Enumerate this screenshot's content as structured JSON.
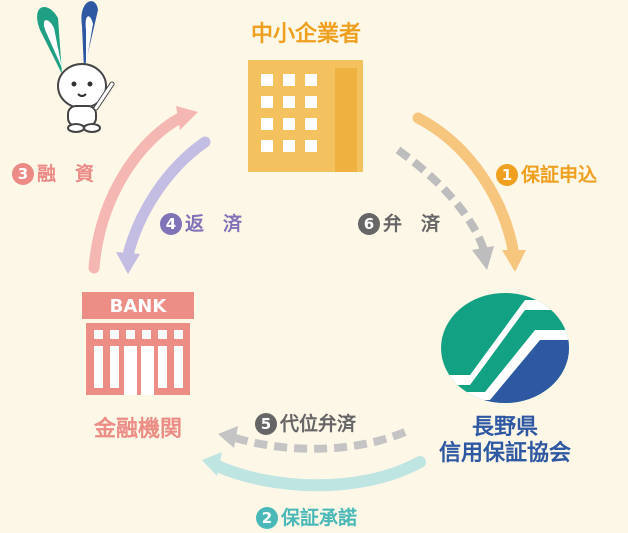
{
  "nodes": {
    "sme": {
      "label": "中小企業者"
    },
    "bank": {
      "label": "金融機関",
      "sign": "BANK"
    },
    "assoc": {
      "label_line1": "長野県",
      "label_line2": "信用保証協会"
    }
  },
  "flows": [
    {
      "num": "1",
      "label": "保証申込"
    },
    {
      "num": "2",
      "label": "保証承諾"
    },
    {
      "num": "3",
      "label": "融　資"
    },
    {
      "num": "4",
      "label": "返　済"
    },
    {
      "num": "5",
      "label": "代位弁済"
    },
    {
      "num": "6",
      "label": "弁　済"
    }
  ],
  "colors": {
    "background": "#fdf7e7",
    "sme": "#f3c25f",
    "bank": "#ec8d86",
    "assoc_green": "#13a184",
    "assoc_blue": "#2f58a3",
    "orange": "#f0a020",
    "teal": "#4ab8b8",
    "pink": "#ec8a86",
    "purple": "#8073b8",
    "gray": "#666666"
  },
  "mascot": {
    "icon": "rabbit-mascot-icon"
  }
}
